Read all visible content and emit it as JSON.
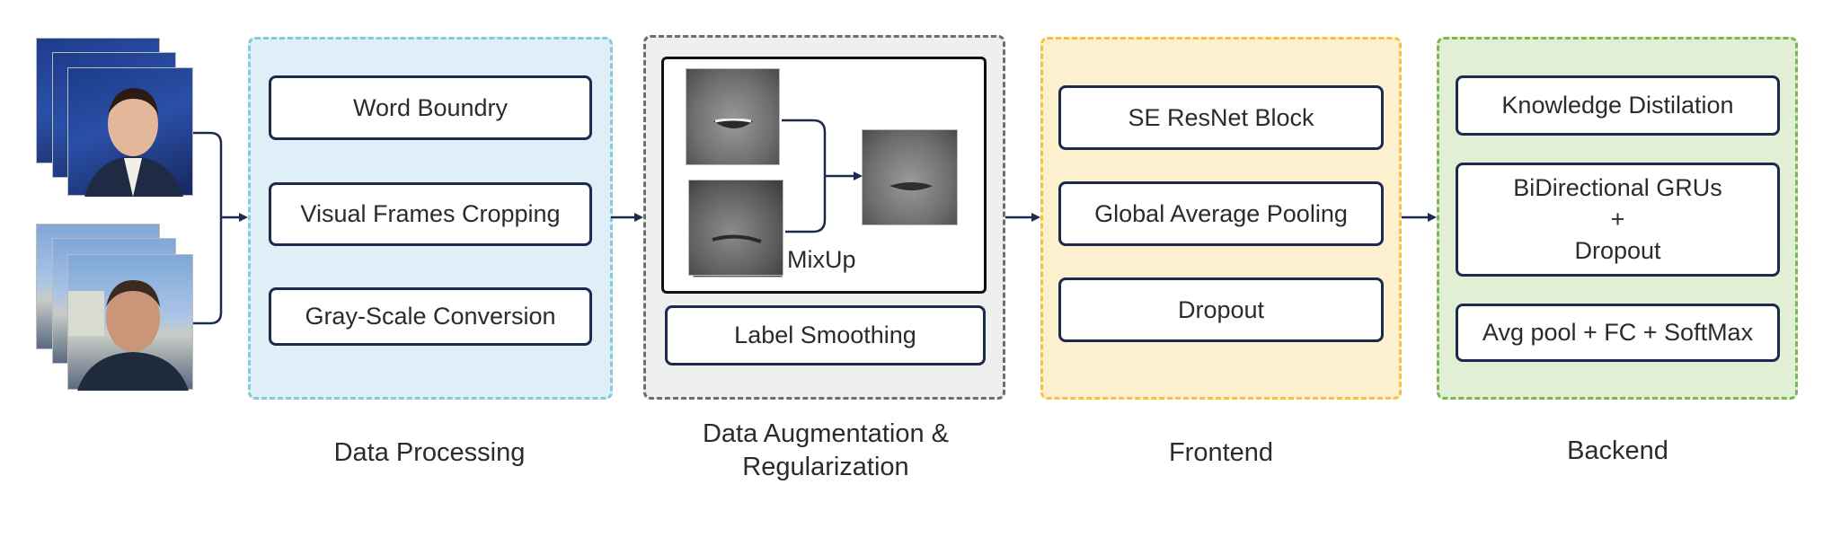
{
  "stages": {
    "data_processing": {
      "caption": "Data Processing",
      "steps": [
        "Word Boundry",
        "Visual Frames Cropping",
        "Gray-Scale Conversion"
      ]
    },
    "augmentation": {
      "caption_line1": "Data Augmentation &",
      "caption_line2": "Regularization",
      "mixup_label": "MixUp",
      "steps": [
        "Label Smoothing"
      ]
    },
    "frontend": {
      "caption": "Frontend",
      "steps": [
        "SE ResNet Block",
        "Global Average Pooling",
        "Dropout"
      ]
    },
    "backend": {
      "caption": "Backend",
      "steps": [
        "Knowledge Distilation",
        "BiDirectional GRUs",
        "+",
        "Dropout",
        "Avg pool + FC + SoftMax"
      ]
    }
  },
  "colors": {
    "arrow": "#1d2a4e",
    "box_border": "#1d2a4e",
    "panel_blue": "#dfeff7",
    "panel_gray": "#efefef",
    "panel_yellow": "#fdf0cf",
    "panel_green": "#e1efd5"
  }
}
